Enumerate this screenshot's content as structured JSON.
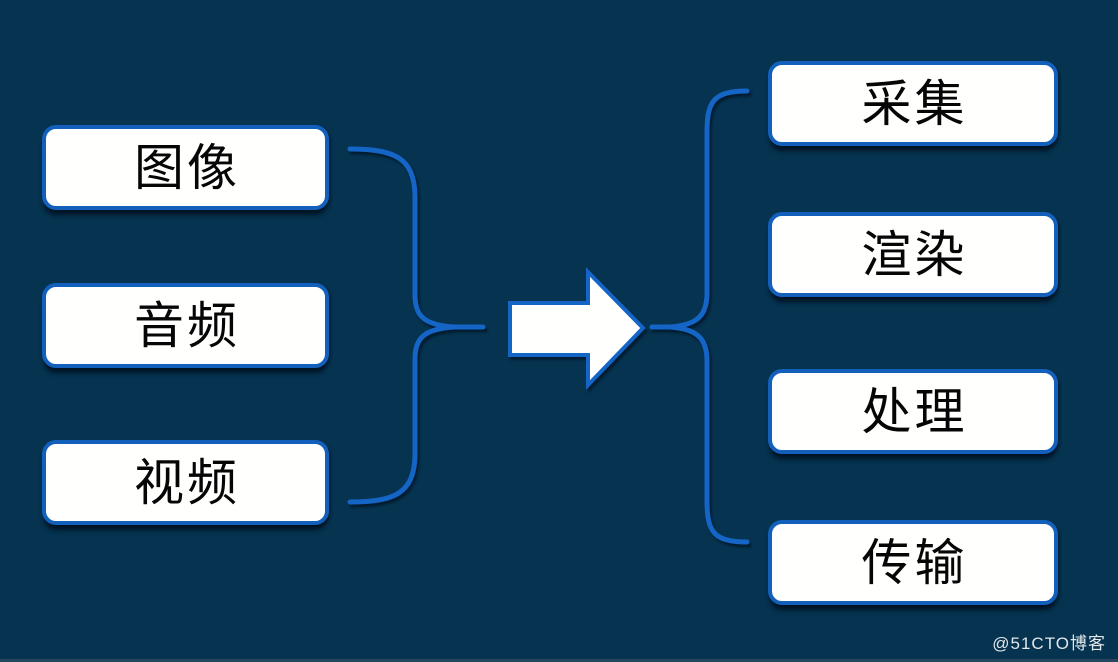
{
  "diagram": {
    "left_group": {
      "items": [
        {
          "label": "图像"
        },
        {
          "label": "音频"
        },
        {
          "label": "视频"
        }
      ]
    },
    "right_group": {
      "items": [
        {
          "label": "采集"
        },
        {
          "label": "渲染"
        },
        {
          "label": "处理"
        },
        {
          "label": "传输"
        }
      ]
    },
    "connectors": {
      "left_brace_icon": "curly-brace-closing",
      "arrow_icon": "block-arrow-right",
      "right_brace_icon": "curly-brace-opening"
    },
    "colors": {
      "background": "#053350",
      "line": "#1565c6",
      "box_fill": "#fffffe",
      "box_border": "#1360bc",
      "box_text": "#060606",
      "watermark_text": "#e3e7ea"
    },
    "watermark": "@51CTO博客"
  }
}
